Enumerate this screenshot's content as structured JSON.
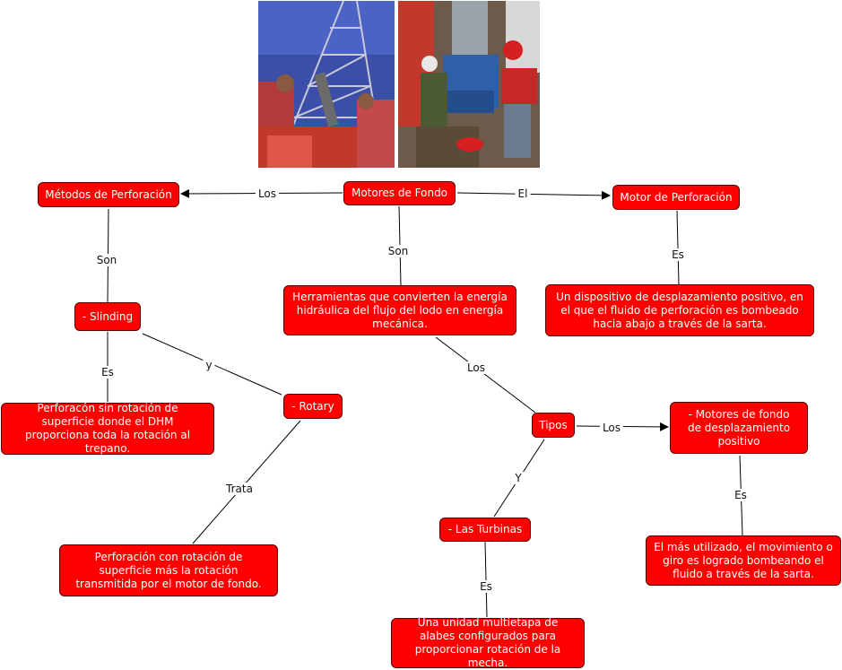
{
  "colors": {
    "node_fill": "#ff0000",
    "node_border": "#5a0000",
    "node_text": "#ffffff",
    "link_color": "#000000",
    "label_text": "#111111",
    "background": "#ffffff"
  },
  "images": [
    {
      "name": "drilling-rig-photo",
      "description": "Workers handling drill pipe on a drilling rig under a blue sky"
    },
    {
      "name": "drill-floor-photo",
      "description": "Workers in red hard hats operating a blue tool on drill pipe"
    }
  ],
  "nodes": {
    "motores_de_fondo": "Motores de Fondo",
    "metodos_perforacion": "Métodos de Perforación",
    "motor_perforacion": "Motor de Perforación",
    "herramientas": "Herramientas que convierten la energía hidráulica del flujo del lodo en energía mecánica.",
    "dispositivo": "Un dispositivo de desplazamiento positivo, en el que el fluido de perforación es bombeado hacia abajo a través de la sarta.",
    "slinding": "- Slinding",
    "perforacon_sin_rotacion": "Perforacón sin rotación de superficie donde el DHM proporciona toda la rotación al trepano.",
    "rotary": "- Rotary",
    "perforacion_con_rotacion": "Perforación con rotación de superficie más la rotación transmitida por el motor de fondo.",
    "tipos": "Tipos",
    "motores_desplazamiento": "- Motores de fondo de desplazamiento positivo",
    "mas_utilizado": "El más utilizado, el movimiento o giro es logrado bombeando el fluido a través de la sarta.",
    "las_turbinas": "- Las Turbinas",
    "unidad_multietapa": "Una unidad multietapa de alabes configurados para proporcionar rotación de la mecha."
  },
  "links": [
    {
      "from": "motores_de_fondo",
      "to": "metodos_perforacion",
      "label": "Los",
      "arrow": true
    },
    {
      "from": "motores_de_fondo",
      "to": "motor_perforacion",
      "label": "El",
      "arrow": true
    },
    {
      "from": "motores_de_fondo",
      "to": "herramientas",
      "label": "Son",
      "arrow": false
    },
    {
      "from": "metodos_perforacion",
      "to": "slinding",
      "label": "Son",
      "arrow": false
    },
    {
      "from": "motor_perforacion",
      "to": "dispositivo",
      "label": "Es",
      "arrow": false
    },
    {
      "from": "slinding",
      "to": "perforacon_sin_rotacion",
      "label": "Es",
      "arrow": false
    },
    {
      "from": "slinding",
      "to": "rotary",
      "label": "y",
      "arrow": false
    },
    {
      "from": "rotary",
      "to": "perforacion_con_rotacion",
      "label": "Trata",
      "arrow": false
    },
    {
      "from": "herramientas",
      "to": "tipos",
      "label": "Los",
      "arrow": false
    },
    {
      "from": "tipos",
      "to": "motores_desplazamiento",
      "label": "Los",
      "arrow": true
    },
    {
      "from": "tipos",
      "to": "las_turbinas",
      "label": "Y",
      "arrow": false
    },
    {
      "from": "motores_desplazamiento",
      "to": "mas_utilizado",
      "label": "Es",
      "arrow": false
    },
    {
      "from": "las_turbinas",
      "to": "unidad_multietapa",
      "label": "Es",
      "arrow": false
    }
  ]
}
